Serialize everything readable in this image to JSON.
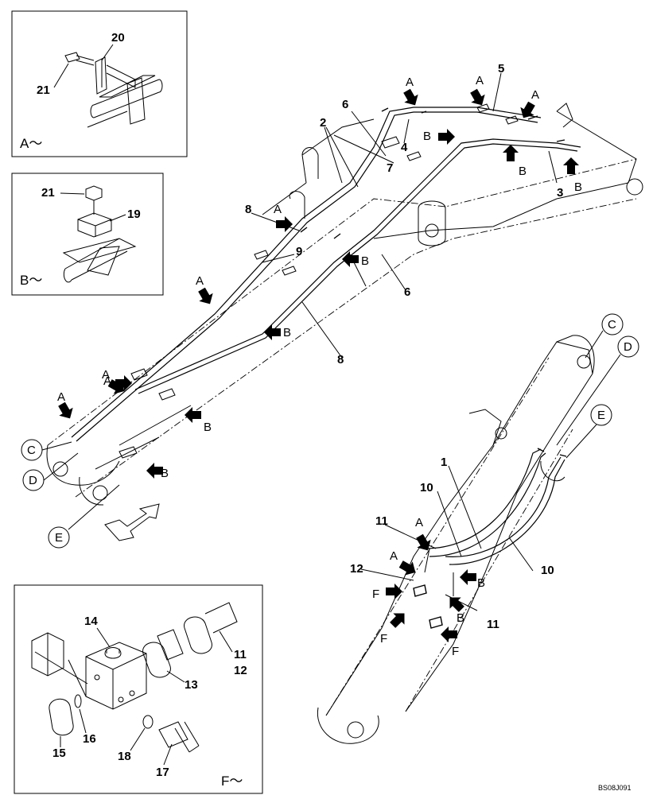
{
  "insets": {
    "a": {
      "caption": "A～",
      "parts": [
        "20",
        "21"
      ]
    },
    "b": {
      "caption": "B～",
      "parts": [
        "21",
        "19"
      ]
    },
    "f": {
      "caption": "F～",
      "parts": [
        "14",
        "11",
        "12",
        "13",
        "15",
        "16",
        "18",
        "17"
      ]
    }
  },
  "callouts": {
    "arm": [
      "2",
      "6",
      "7",
      "5",
      "4",
      "3",
      "8",
      "9",
      "6",
      "8"
    ],
    "boom": [
      "1",
      "10",
      "11",
      "12",
      "10",
      "11"
    ]
  },
  "view_arrows": {
    "arm": [
      "A",
      "A",
      "A",
      "B",
      "B",
      "A",
      "A",
      "A",
      "B",
      "B",
      "B",
      "B",
      "A",
      "A",
      "B"
    ],
    "boom": [
      "A",
      "A",
      "F",
      "F",
      "F",
      "B",
      "B"
    ]
  },
  "connection_circles": [
    "C",
    "D",
    "E",
    "C",
    "D",
    "E"
  ],
  "drawing_code": "BS08J091"
}
